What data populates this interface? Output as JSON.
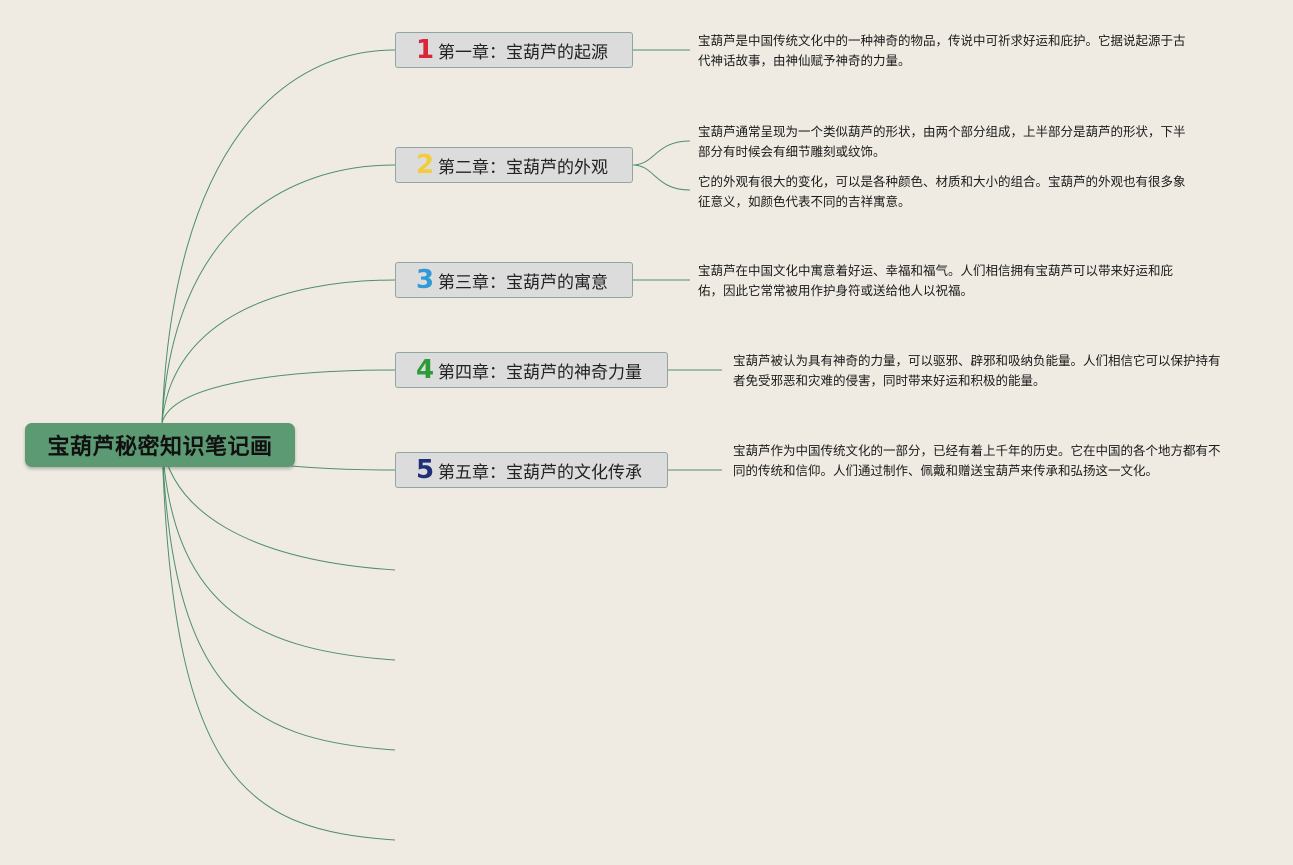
{
  "root": {
    "title": "宝葫芦秘密知识笔记画"
  },
  "chapters": [
    {
      "number": "1",
      "number_color": "#d9263b",
      "title": "第一章：宝葫芦的起源",
      "notes": [
        "宝葫芦是中国传统文化中的一种神奇的物品，传说中可祈求好运和庇护。它据说起源于古代神话故事，由神仙赋予神奇的力量。"
      ]
    },
    {
      "number": "2",
      "number_color": "#f2cc3a",
      "title": "第二章：宝葫芦的外观",
      "notes": [
        "宝葫芦通常呈现为一个类似葫芦的形状，由两个部分组成，上半部分是葫芦的形状，下半部分有时候会有细节雕刻或纹饰。",
        "它的外观有很大的变化，可以是各种颜色、材质和大小的组合。宝葫芦的外观也有很多象征意义，如颜色代表不同的吉祥寓意。"
      ]
    },
    {
      "number": "3",
      "number_color": "#2f9ad6",
      "title": "第三章：宝葫芦的寓意",
      "notes": [
        "宝葫芦在中国文化中寓意着好运、幸福和福气。人们相信拥有宝葫芦可以带来好运和庇佑，因此它常常被用作护身符或送给他人以祝福。"
      ]
    },
    {
      "number": "4",
      "number_color": "#2e9b3a",
      "title": "第四章：宝葫芦的神奇力量",
      "notes": [
        "宝葫芦被认为具有神奇的力量，可以驱邪、辟邪和吸纳负能量。人们相信它可以保护持有者免受邪恶和灾难的侵害，同时带来好运和积极的能量。"
      ]
    },
    {
      "number": "5",
      "number_color": "#1f2f7a",
      "title": "第五章：宝葫芦的文化传承",
      "notes": [
        "宝葫芦作为中国传统文化的一部分，已经有着上千年的历史。它在中国的各个地方都有不同的传统和信仰。人们通过制作、佩戴和赠送宝葫芦来传承和弘扬这一文化。"
      ]
    }
  ],
  "colors": {
    "background": "#efebe2",
    "root_fill": "#5b9a73",
    "connector": "#4e8f6a",
    "chapter_fill": "#dcdcdc",
    "chapter_border": "#8fa7a0"
  }
}
